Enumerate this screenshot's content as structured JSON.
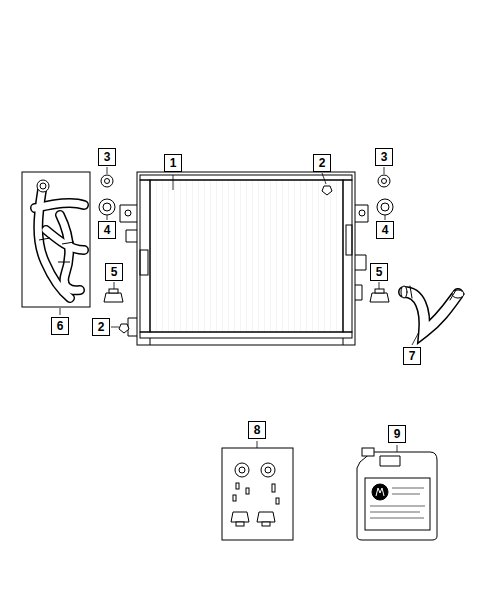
{
  "diagram": {
    "labels": [
      "1",
      "2",
      "3",
      "3",
      "4",
      "4",
      "5",
      "5",
      "6",
      "2",
      "7",
      "8",
      "9"
    ]
  }
}
